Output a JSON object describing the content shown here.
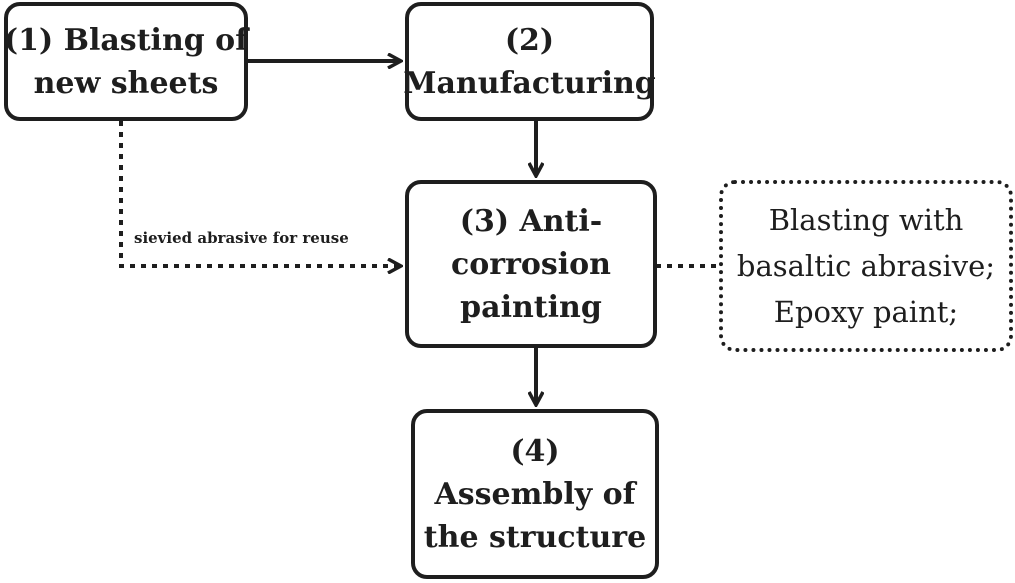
{
  "nodes": {
    "step1": {
      "lines": [
        "(1) Blasting of",
        "new sheets"
      ]
    },
    "step2": {
      "lines": [
        "(2)",
        "Manufacturing"
      ]
    },
    "step3": {
      "lines": [
        "(3) Anti-",
        "corrosion",
        "painting"
      ]
    },
    "step4": {
      "lines": [
        "(4)",
        "Assembly of",
        "the structure"
      ]
    },
    "note": {
      "lines": [
        "Blasting with",
        "basaltic abrasive;",
        "Epoxy paint;"
      ]
    }
  },
  "edges": {
    "reuse_label": "sievied abrasive for reuse"
  },
  "colors": {
    "stroke": "#1e1e1e",
    "background": "#ffffff"
  }
}
